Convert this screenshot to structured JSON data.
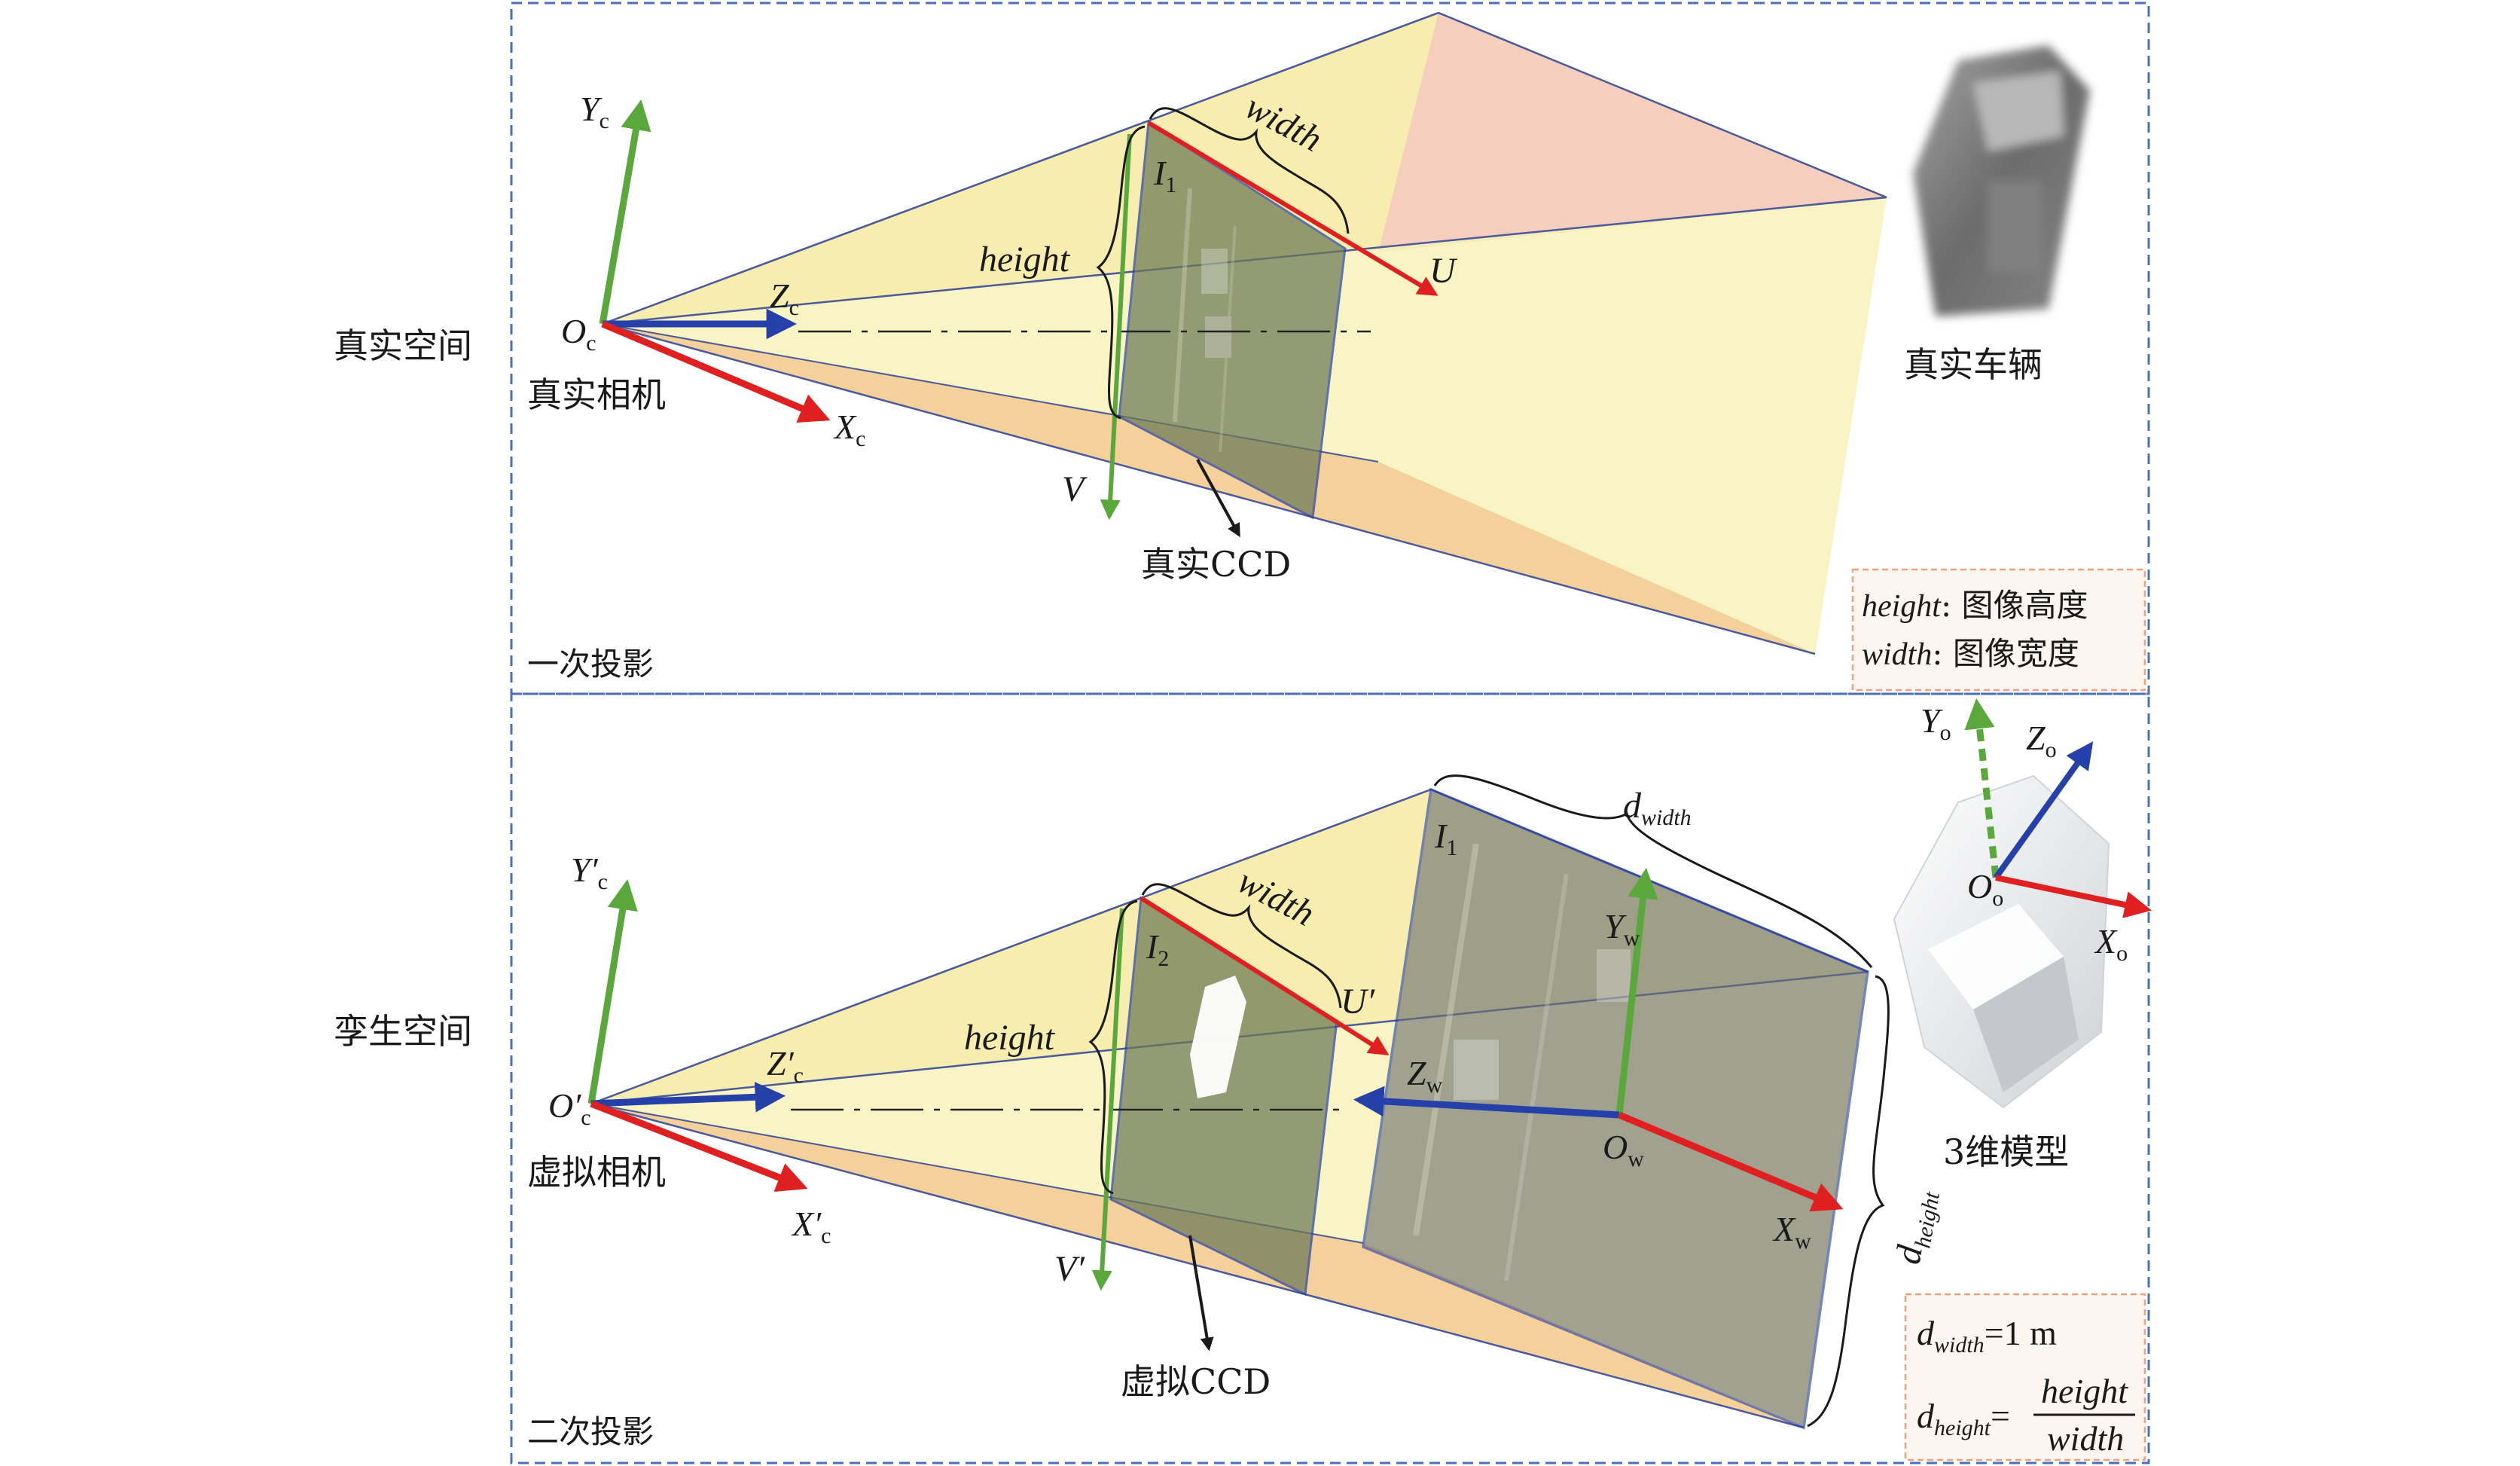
{
  "colors": {
    "panel_border": "#4a6fbf",
    "axis_green": "#5aa83c",
    "axis_red": "#e02020",
    "axis_blue": "#2540a8",
    "frustum_yellow": "#f4eaa0",
    "frustum_pink": "#f5c8c0",
    "frustum_orange": "#f3c48e",
    "ccd_fill": "#6b7a55",
    "note_border": "#f0a27c",
    "note_fill": "#fdf5ef"
  },
  "top_panel": {
    "side_label": "真实空间",
    "stage_label": "一次投影",
    "camera_label": "真实相机",
    "origin": {
      "base": "O",
      "sub": "c"
    },
    "axis_y": {
      "base": "Y",
      "sub": "c"
    },
    "axis_z": {
      "base": "Z",
      "sub": "c"
    },
    "axis_x": {
      "base": "X",
      "sub": "c"
    },
    "image_label": {
      "base": "I",
      "sub": "1"
    },
    "width_label": "width",
    "height_label": "height",
    "u_label": "U",
    "v_label": "V",
    "ccd_label": "真实CCD",
    "vehicle_label": "真实车辆",
    "vehicle_icon": "truck-photo",
    "note": [
      {
        "term": "height",
        "text": ": 图像高度"
      },
      {
        "term": "width",
        "text": ": 图像宽度"
      }
    ]
  },
  "bottom_panel": {
    "side_label": "孪生空间",
    "stage_label": "二次投影",
    "camera_label": "虚拟相机",
    "origin": {
      "base": "O′",
      "sub": "c"
    },
    "axis_y": {
      "base": "Y′",
      "sub": "c"
    },
    "axis_z": {
      "base": "Z′",
      "sub": "c"
    },
    "axis_x": {
      "base": "X′",
      "sub": "c"
    },
    "image_label": {
      "base": "I",
      "sub": "2"
    },
    "big_image_label": {
      "base": "I",
      "sub": "1"
    },
    "width_label": "width",
    "height_label": "height",
    "u_label": "U′",
    "v_label": "V′",
    "ccd_label": "虚拟CCD",
    "dwidth_label": {
      "base": "d",
      "sub": "width"
    },
    "dheight_label": {
      "base": "d",
      "sub": "height"
    },
    "world_origin": {
      "base": "O",
      "sub": "w"
    },
    "world_y": {
      "base": "Y",
      "sub": "w"
    },
    "world_z": {
      "base": "Z",
      "sub": "w"
    },
    "world_x": {
      "base": "X",
      "sub": "w"
    },
    "model_label": "3维模型",
    "model_origin": {
      "base": "O",
      "sub": "o"
    },
    "model_y": {
      "base": "Y",
      "sub": "o"
    },
    "model_z": {
      "base": "Z",
      "sub": "o"
    },
    "model_x": {
      "base": "X",
      "sub": "o"
    },
    "model_icon": "truck-3d-model",
    "note": {
      "line1": {
        "base": "d",
        "sub": "width",
        "rhs": "=1 m"
      },
      "line2": {
        "base": "d",
        "sub": "height",
        "eq": "=",
        "num": "height",
        "den": "width"
      }
    }
  }
}
